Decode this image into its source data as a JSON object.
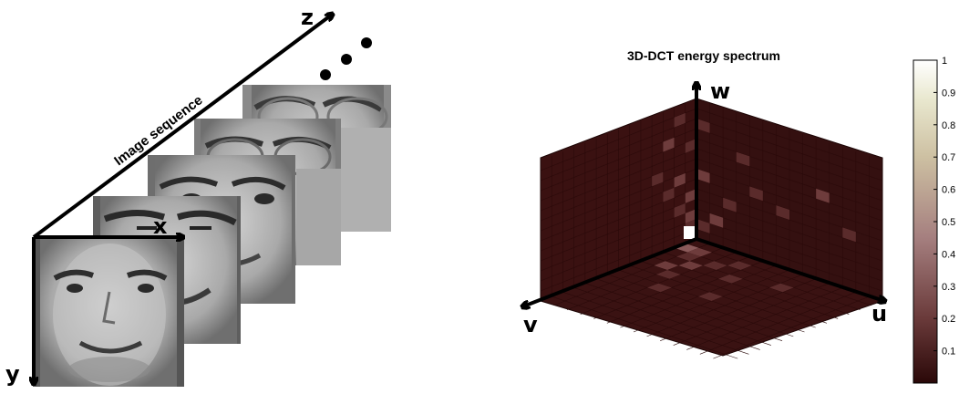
{
  "left_panel": {
    "axis_labels": {
      "x": "x",
      "y": "y",
      "z": "z"
    },
    "sequence_label": "Image sequence",
    "frame_count": 5,
    "continuation": "ellipsis"
  },
  "right_panel": {
    "title": "3D-DCT energy spectrum",
    "axis_labels": {
      "u": "u",
      "v": "v",
      "w": "w"
    },
    "colorbar": {
      "min": 0,
      "max": 1,
      "ticks": [
        "0.1",
        "0.2",
        "0.3",
        "0.4",
        "0.5",
        "0.6",
        "0.7",
        "0.8",
        "0.9",
        "1"
      ],
      "colormap": "pink",
      "colors": {
        "low": "#2a0808",
        "mid": "#b48c8c",
        "high": "#ffffff"
      }
    },
    "plane_color": "#3a1111",
    "bright_cell_color": "#ffffff"
  }
}
